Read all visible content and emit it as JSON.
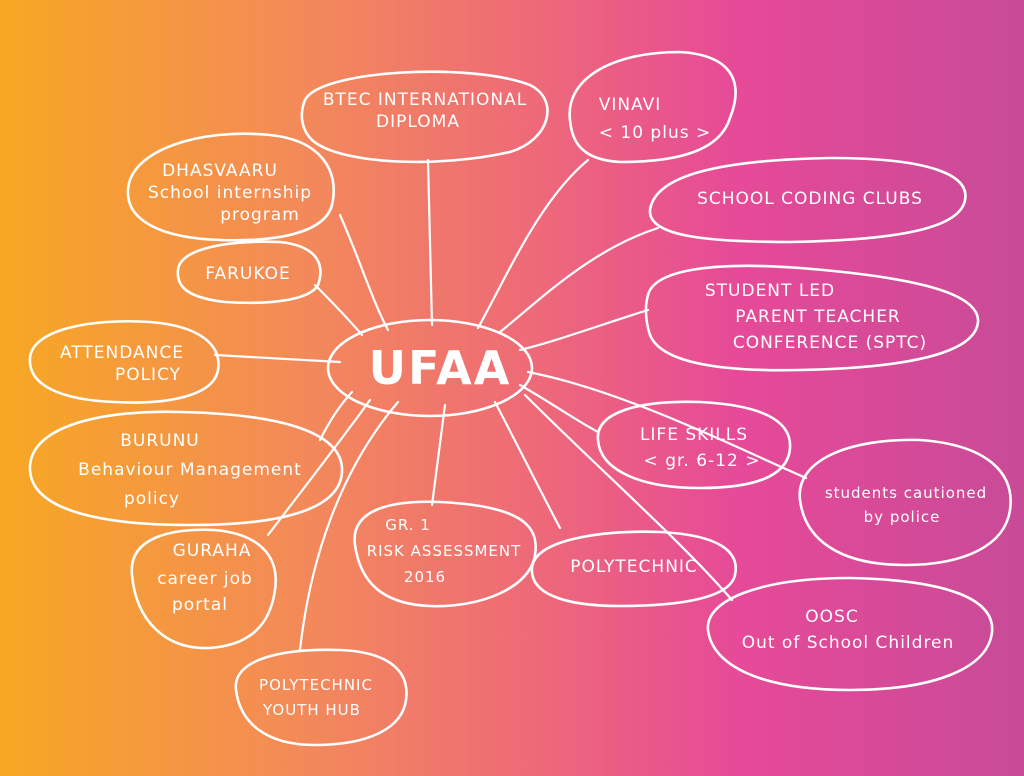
{
  "center": {
    "label": "UFAA"
  },
  "nodes": [
    {
      "id": "btec",
      "lines": [
        "BTEC INTERNATIONAL",
        "DIPLOMA"
      ]
    },
    {
      "id": "vinavi",
      "lines": [
        "VINAVI",
        "< 10 plus >"
      ]
    },
    {
      "id": "dhasvaaru",
      "lines": [
        "DHASVAARU",
        "School internship",
        "program"
      ]
    },
    {
      "id": "coding",
      "lines": [
        "SCHOOL CODING CLUBS"
      ]
    },
    {
      "id": "farukoe",
      "lines": [
        "FARUKOE"
      ]
    },
    {
      "id": "sptc",
      "lines": [
        "STUDENT LED",
        "PARENT TEACHER",
        "CONFERENCE (SPTC)"
      ]
    },
    {
      "id": "attendance",
      "lines": [
        "ATTENDANCE",
        "POLICY"
      ]
    },
    {
      "id": "burunu",
      "lines": [
        "BURUNU",
        "Behaviour Management",
        "policy"
      ]
    },
    {
      "id": "lifeskills",
      "lines": [
        "LIFE SKILLS",
        "< gr. 6-12 >"
      ]
    },
    {
      "id": "police",
      "lines": [
        "students cautioned",
        "by police"
      ]
    },
    {
      "id": "risk",
      "lines": [
        "GR. 1",
        "RISK ASSESSMENT",
        "2016"
      ]
    },
    {
      "id": "guraha",
      "lines": [
        "GURAHA",
        "career job",
        "portal"
      ]
    },
    {
      "id": "polytechnic",
      "lines": [
        "POLYTECHNIC"
      ]
    },
    {
      "id": "oosc",
      "lines": [
        "OOSC",
        "Out of School Children"
      ]
    },
    {
      "id": "youthhub",
      "lines": [
        "POLYTECHNIC",
        "YOUTH HUB"
      ]
    }
  ]
}
